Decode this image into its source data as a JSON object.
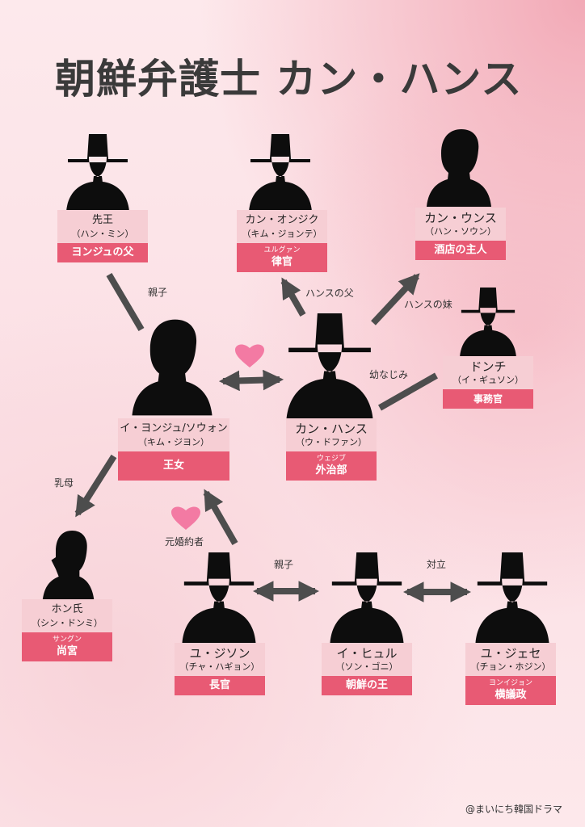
{
  "title": "朝鮮弁護士 カン・ハンス",
  "credit": "@まいにち韓国ドラマ",
  "characters": {
    "seonwang": {
      "name": "先王",
      "actor": "（ハン・ミン）",
      "role": "ヨンジュの父"
    },
    "onjik": {
      "name": "カン・オンジク",
      "actor": "（キム・ジョンテ）",
      "role_reading": "ユルグァン",
      "role": "律官"
    },
    "unsu": {
      "name": "カン・ウンス",
      "actor": "（ハン・ソウン）",
      "role": "酒店の主人"
    },
    "dongchi": {
      "name": "ドンチ",
      "actor": "（イ・ギュソン）",
      "role": "事務官"
    },
    "yeonju": {
      "name": "イ・ヨンジュ/ソウォン",
      "actor": "（キム・ジヨン）",
      "role": "王女"
    },
    "hansu": {
      "name": "カン・ハンス",
      "actor": "（ウ・ドファン）",
      "role_reading": "ウェジブ",
      "role": "外治部"
    },
    "hon": {
      "name": "ホン氏",
      "actor": "（シン・ドンミ）",
      "role_reading": "サングン",
      "role": "尚宮"
    },
    "jison": {
      "name": "ユ・ジソン",
      "actor": "（チャ・ハギョン）",
      "role": "長官"
    },
    "hyul": {
      "name": "イ・ヒュル",
      "actor": "（ソン・ゴニ）",
      "role": "朝鮮の王"
    },
    "jese": {
      "name": "ユ・ジェセ",
      "actor": "（チョン・ホジン）",
      "role_reading": "ヨンイジョン",
      "role": "横議政"
    }
  },
  "relations": {
    "oyako1": "親子",
    "hansu_father": "ハンスの父",
    "hansu_sister": "ハンスの妹",
    "osananajimi": "幼なじみ",
    "uba": "乳母",
    "motokonyakusha": "元婚約者",
    "oyako2": "親子",
    "tairitsu": "対立"
  }
}
